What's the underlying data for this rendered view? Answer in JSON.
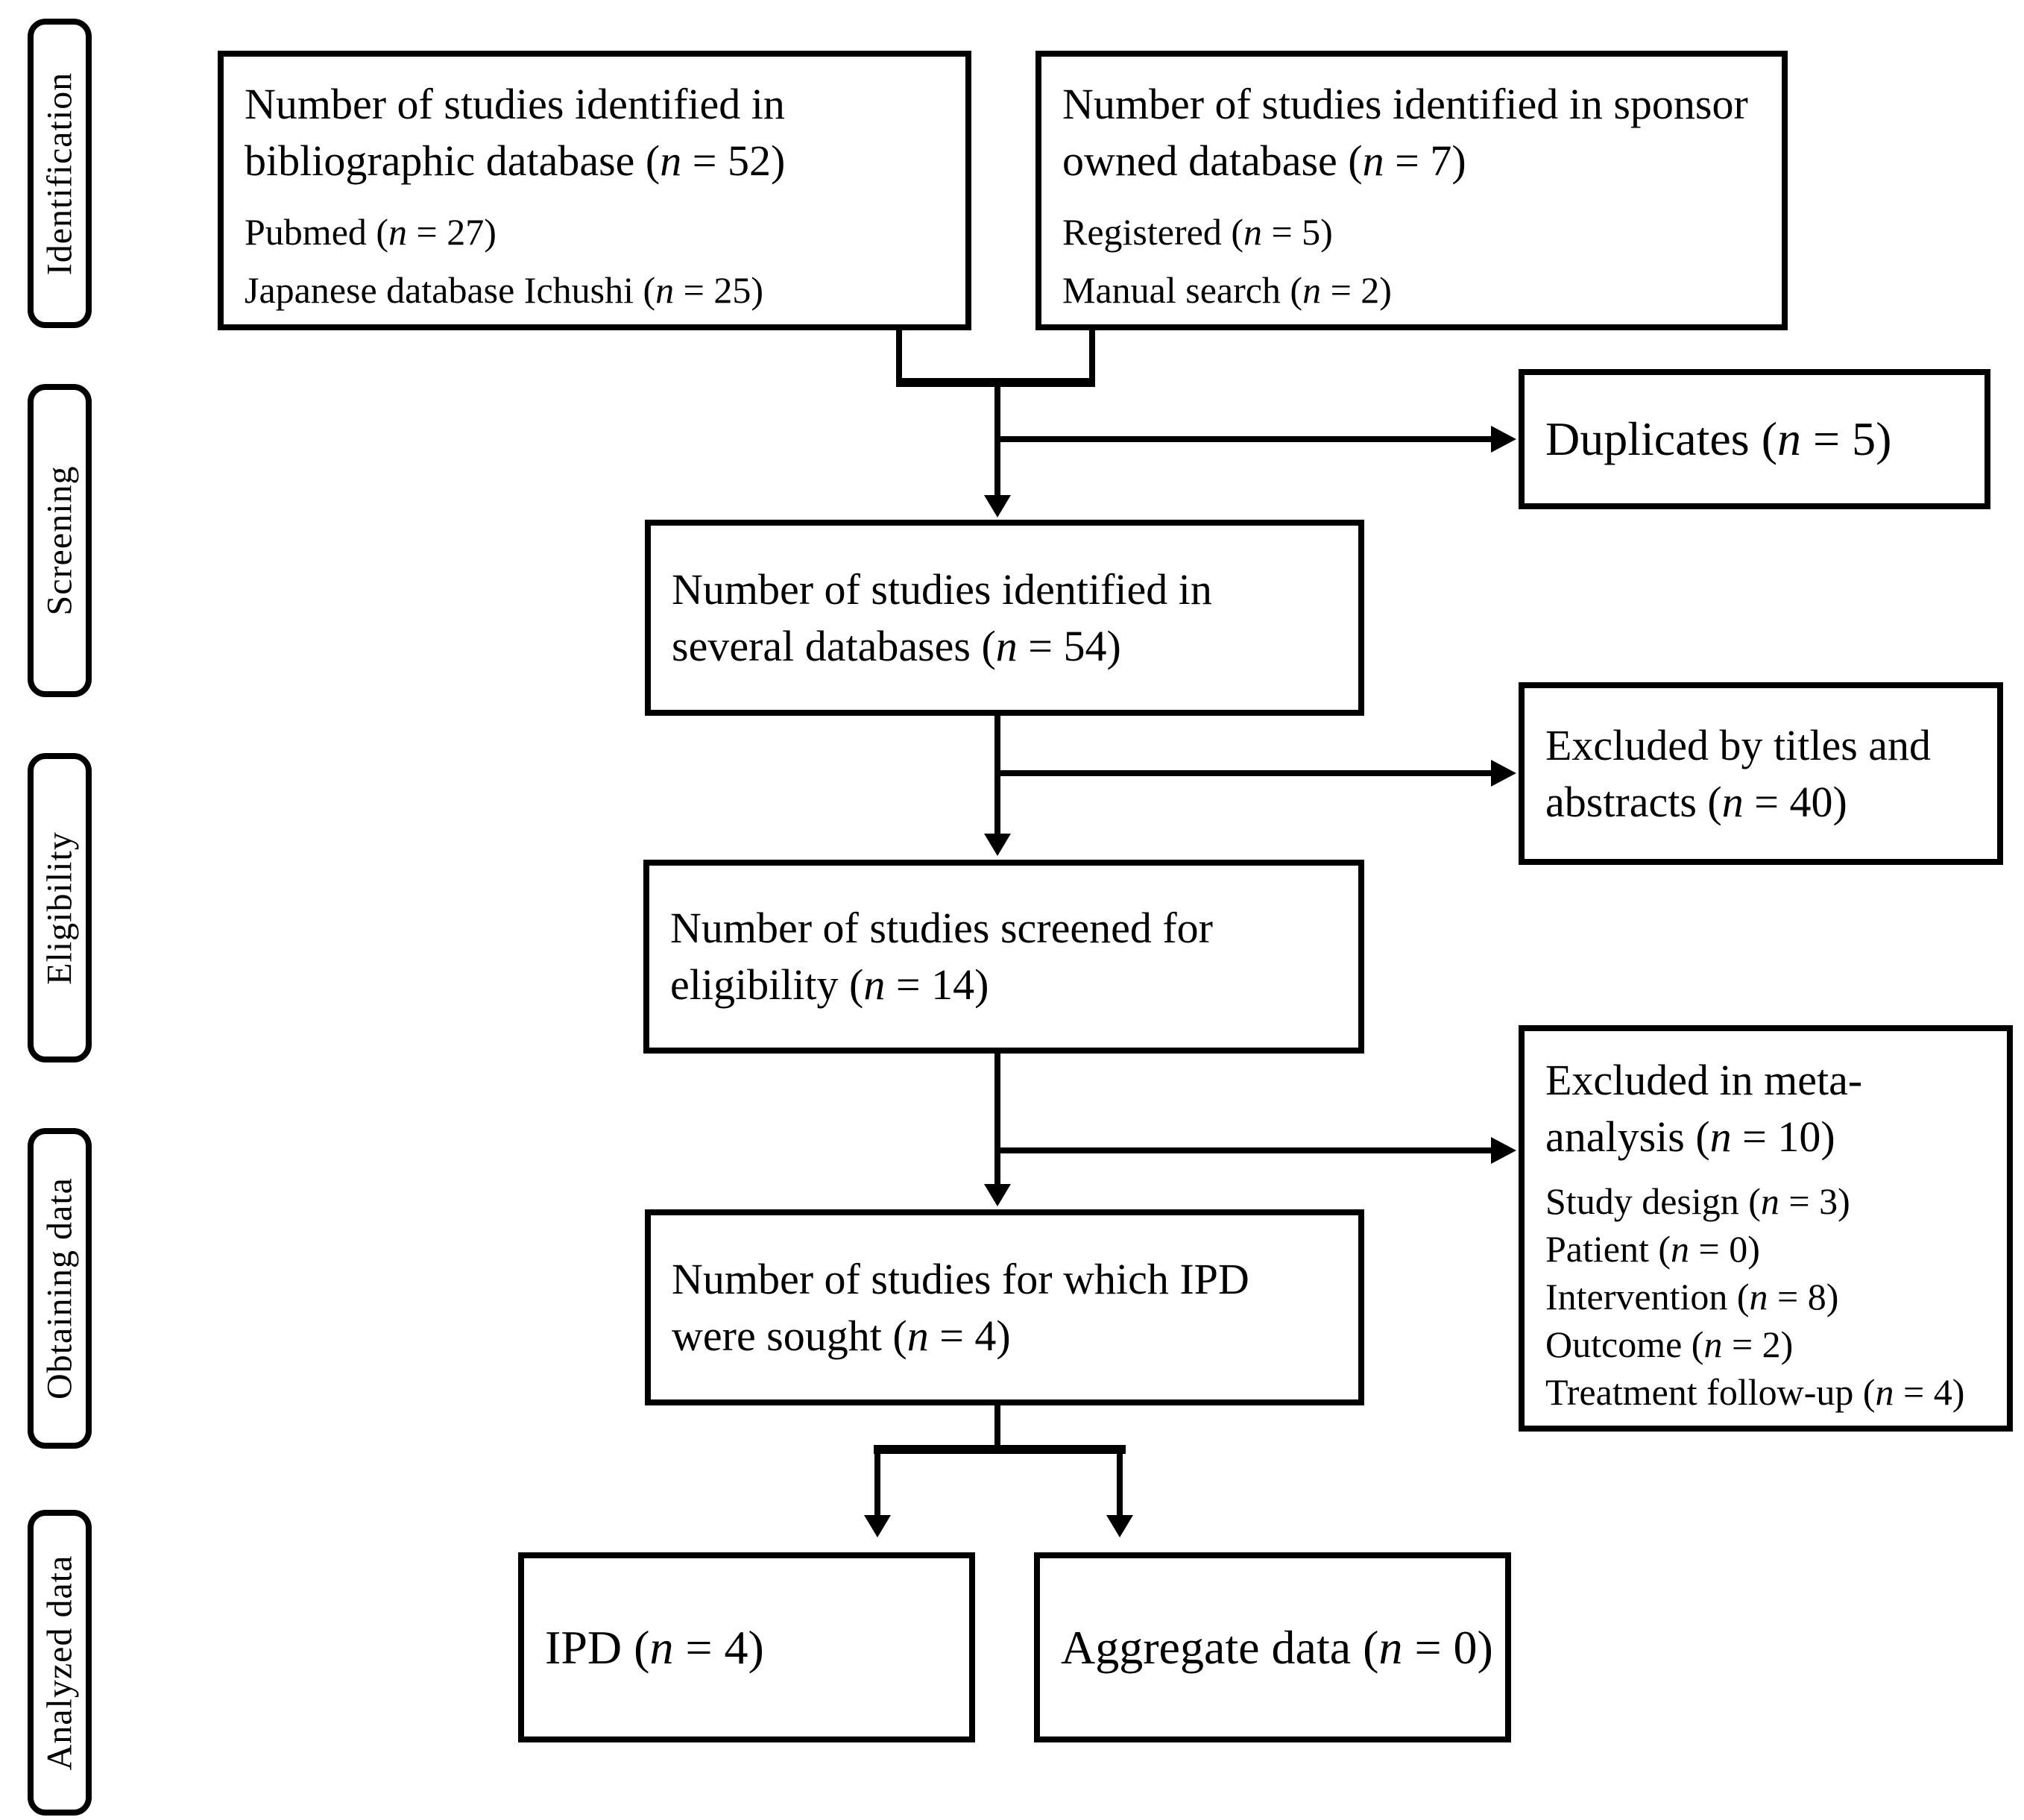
{
  "colors": {
    "ink": "#000000",
    "paper": "#ffffff"
  },
  "stage_labels": [
    {
      "label": "Identification"
    },
    {
      "label": "Screening"
    },
    {
      "label": "Eligibility"
    },
    {
      "label": "Obtaining data"
    },
    {
      "label": "Analyzed data"
    }
  ],
  "boxes": {
    "bibliographic": {
      "line1": "Number of studies identified in",
      "line2": "bibliographic database (n = 52)",
      "item1": "Pubmed (n = 27)",
      "item2": "Japanese database Ichushi (n = 25)"
    },
    "sponsor": {
      "line1": "Number of studies identified in sponsor",
      "line2": "owned database (n = 7)",
      "item1": "Registered (n = 5)",
      "item2": "Manual search (n = 2)"
    },
    "duplicates": {
      "text": "Duplicates (n = 5)"
    },
    "several": {
      "line1": "Number of studies identified in",
      "line2": "several databases (n = 54)"
    },
    "excluded_titles": {
      "line1": "Excluded by titles and",
      "line2": "abstracts (n = 40)"
    },
    "eligibility": {
      "line1": "Number of studies screened for",
      "line2": "eligibility (n = 14)"
    },
    "excluded_meta": {
      "line1": "Excluded in meta-",
      "line2": "analysis (n = 10)",
      "item1": "Study design (n = 3)",
      "item2": "Patient (n = 0)",
      "item3": "Intervention (n = 8)",
      "item4": "Outcome (n = 2)",
      "item5": "Treatment follow-up (n = 4)"
    },
    "ipd_sought": {
      "line1": "Number of studies for which IPD",
      "line2": "were sought (n = 4)"
    },
    "ipd": {
      "text": "IPD (n = 4)"
    },
    "aggregate": {
      "text": "Aggregate data (n = 0)"
    }
  }
}
